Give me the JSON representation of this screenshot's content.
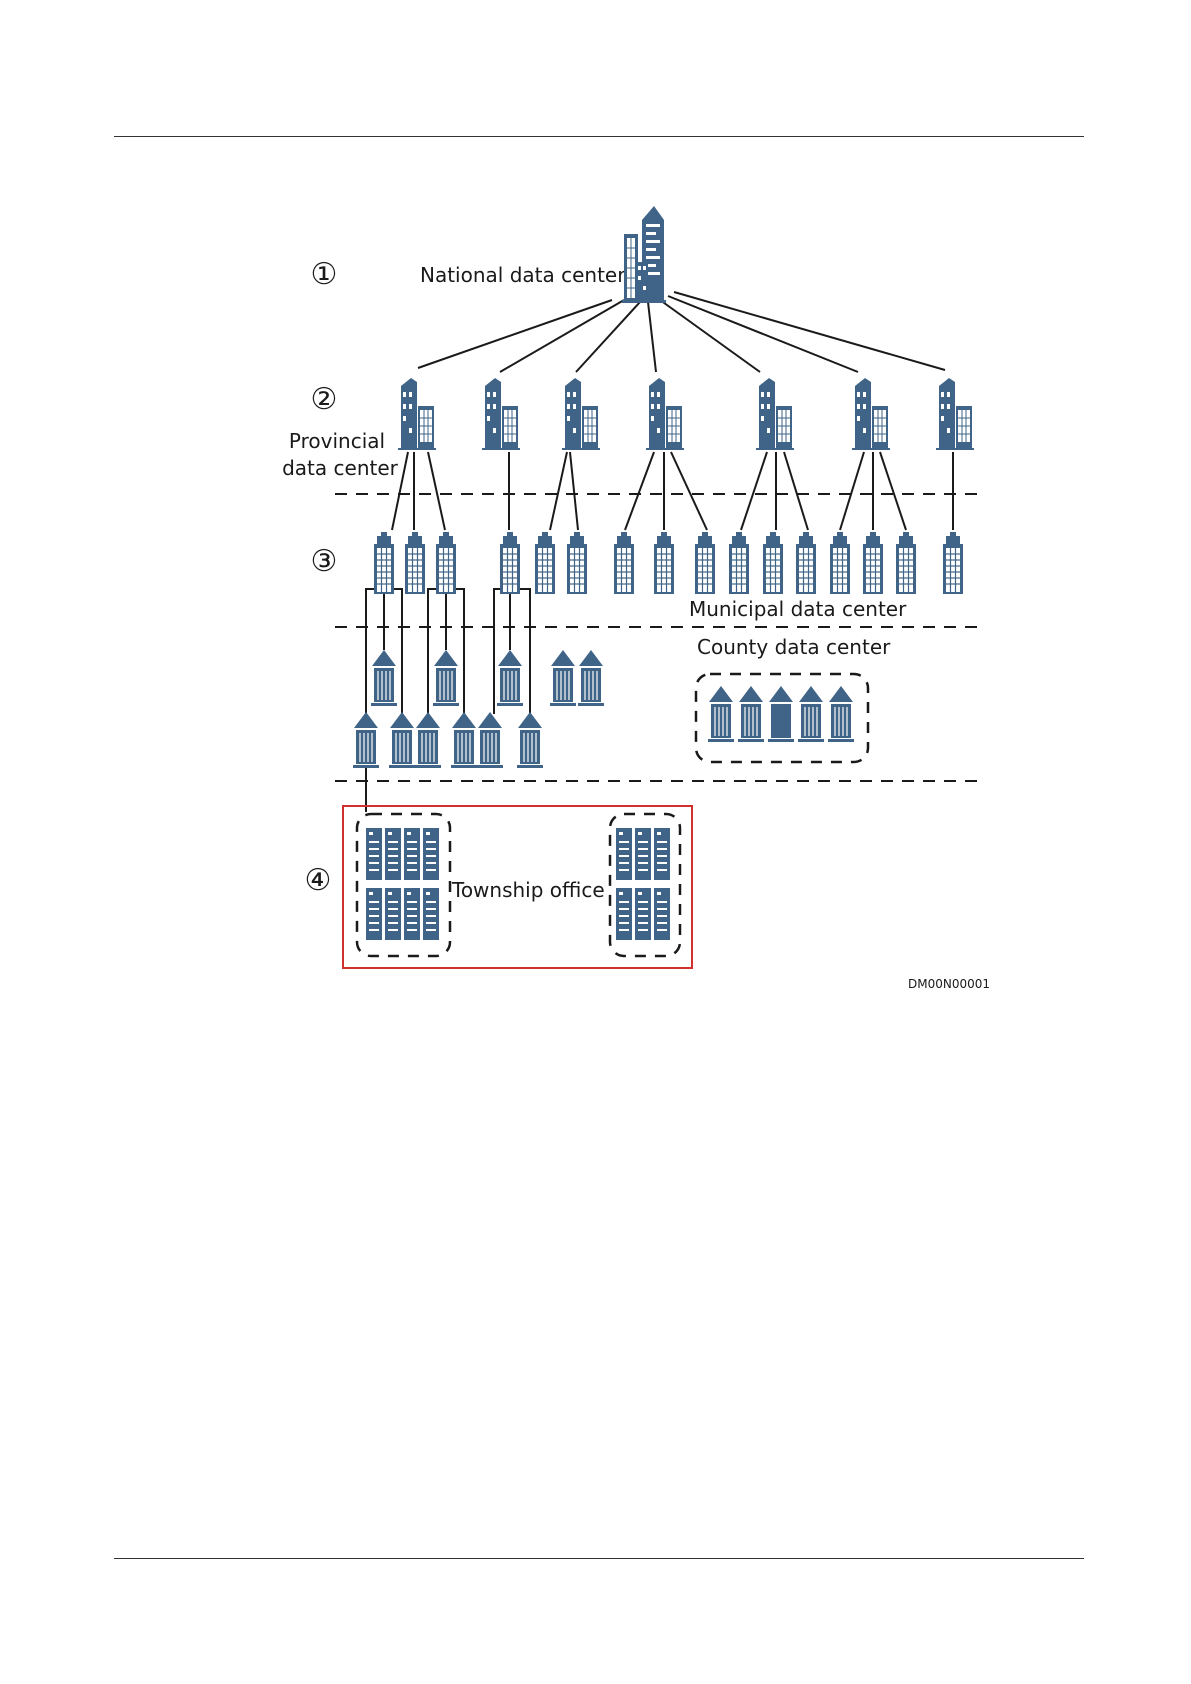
{
  "figure": {
    "markers": [
      "①",
      "②",
      "③",
      "④"
    ],
    "labels": {
      "national": "National data center",
      "provincial_line1": "Provincial",
      "provincial_line2": "data center",
      "municipal": "Municipal data center",
      "county": "County data center",
      "township": "Township office"
    },
    "figure_id": "DM00N00001"
  },
  "colors": {
    "building": "#3f6487",
    "building_light": "#ffffff",
    "highlight_border": "#d0312d",
    "line": "#1a1a1a"
  },
  "icons": {
    "national": "skyscraper-cluster-icon",
    "provincial": "office-tower-icon",
    "municipal": "office-building-icon",
    "county": "county-building-icon",
    "township": "server-rack-icon"
  }
}
